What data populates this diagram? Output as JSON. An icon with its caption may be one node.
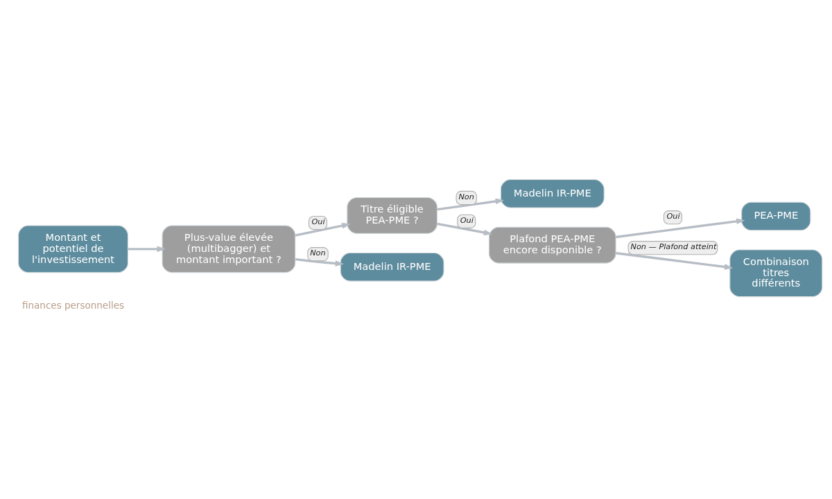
{
  "diagram": {
    "nodes": [
      {
        "text": [
          "Montant et potentiel de l'investissement"
        ]
      },
      {
        "text": [
          "Plus-value élevée (multibagger) et montant important ?"
        ]
      },
      {
        "text": [
          "Titre éligible PEA-PME ?"
        ]
      },
      {
        "text": [
          "Madelin IR-PME"
        ]
      },
      {
        "text": [
          "Madelin IR-PME"
        ]
      },
      {
        "text": [
          "Plafond PEA-PME encore disponible ?"
        ]
      },
      {
        "text": [
          "PEA-PME"
        ]
      },
      {
        "text": [
          "Combinaison titres différents"
        ]
      }
    ],
    "edges": [
      {
        "from": 0,
        "to": 1,
        "arrow": "to"
      },
      {
        "from": 1,
        "to": 2,
        "label": "Oui",
        "arrow": "to"
      },
      {
        "from": 1,
        "to": 3,
        "label": "Non",
        "arrow": "to"
      },
      {
        "from": 2,
        "to": 4,
        "label": "Non",
        "arrow": "to"
      },
      {
        "from": 2,
        "to": 5,
        "label": "Oui",
        "arrow": "to"
      },
      {
        "from": 5,
        "to": 6,
        "label": "Oui",
        "arrow": "to"
      },
      {
        "from": 5,
        "to": 7,
        "label": "Non — Plafond atteint",
        "arrow": "to"
      }
    ],
    "labels": [
      "finances personnelles"
    ]
  }
}
